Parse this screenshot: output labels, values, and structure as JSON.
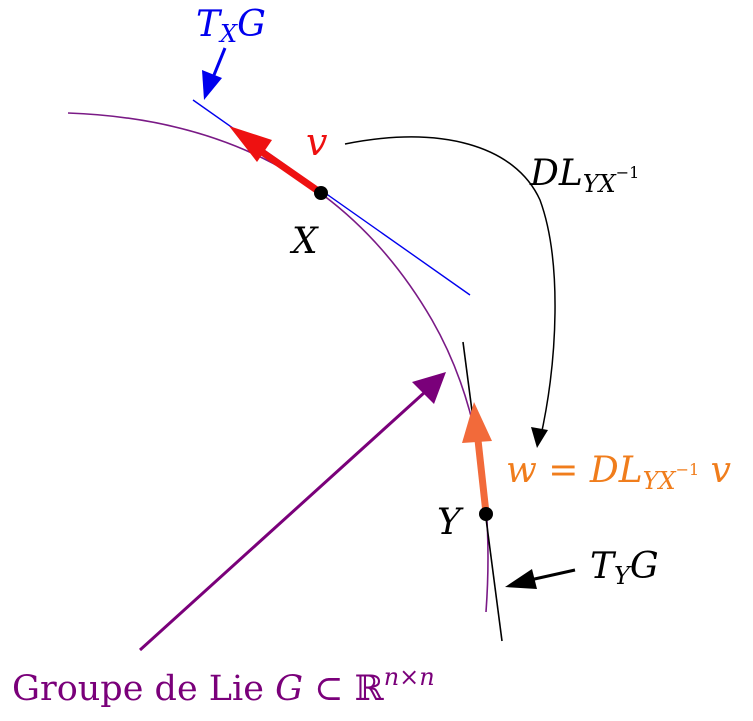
{
  "colors": {
    "curve": "#7a1a86",
    "tangent_x": "#0000ee",
    "tangent_y": "#000000",
    "vector_v": "#ee1111",
    "vector_w": "#f26a3a",
    "label_w": "#f07d1c",
    "group_label": "#7a007a",
    "map_arrow": "#000000",
    "group_arrow": "#7a007a"
  },
  "icons": {
    "point": "filled-circle",
    "arrowhead": "filled-triangle"
  },
  "labels": {
    "txg": {
      "T": "T",
      "sub": "X",
      "G": "G"
    },
    "v": "v",
    "x": "X",
    "y": "Y",
    "dl": {
      "D": "D",
      "L": "L",
      "sub": "YX",
      "sup": "−1"
    },
    "w": {
      "w": "w",
      "eq": " = ",
      "D": "D",
      "L": "L",
      "sub": "YX",
      "sup": "−1",
      "v": " v"
    },
    "tyg": {
      "T": "T",
      "sub": "Y",
      "G": "G"
    },
    "group": {
      "text": "Groupe de Lie ",
      "G": "G",
      "sub": " ⊂ ",
      "R": "ℝ",
      "sup": "n×n"
    }
  }
}
